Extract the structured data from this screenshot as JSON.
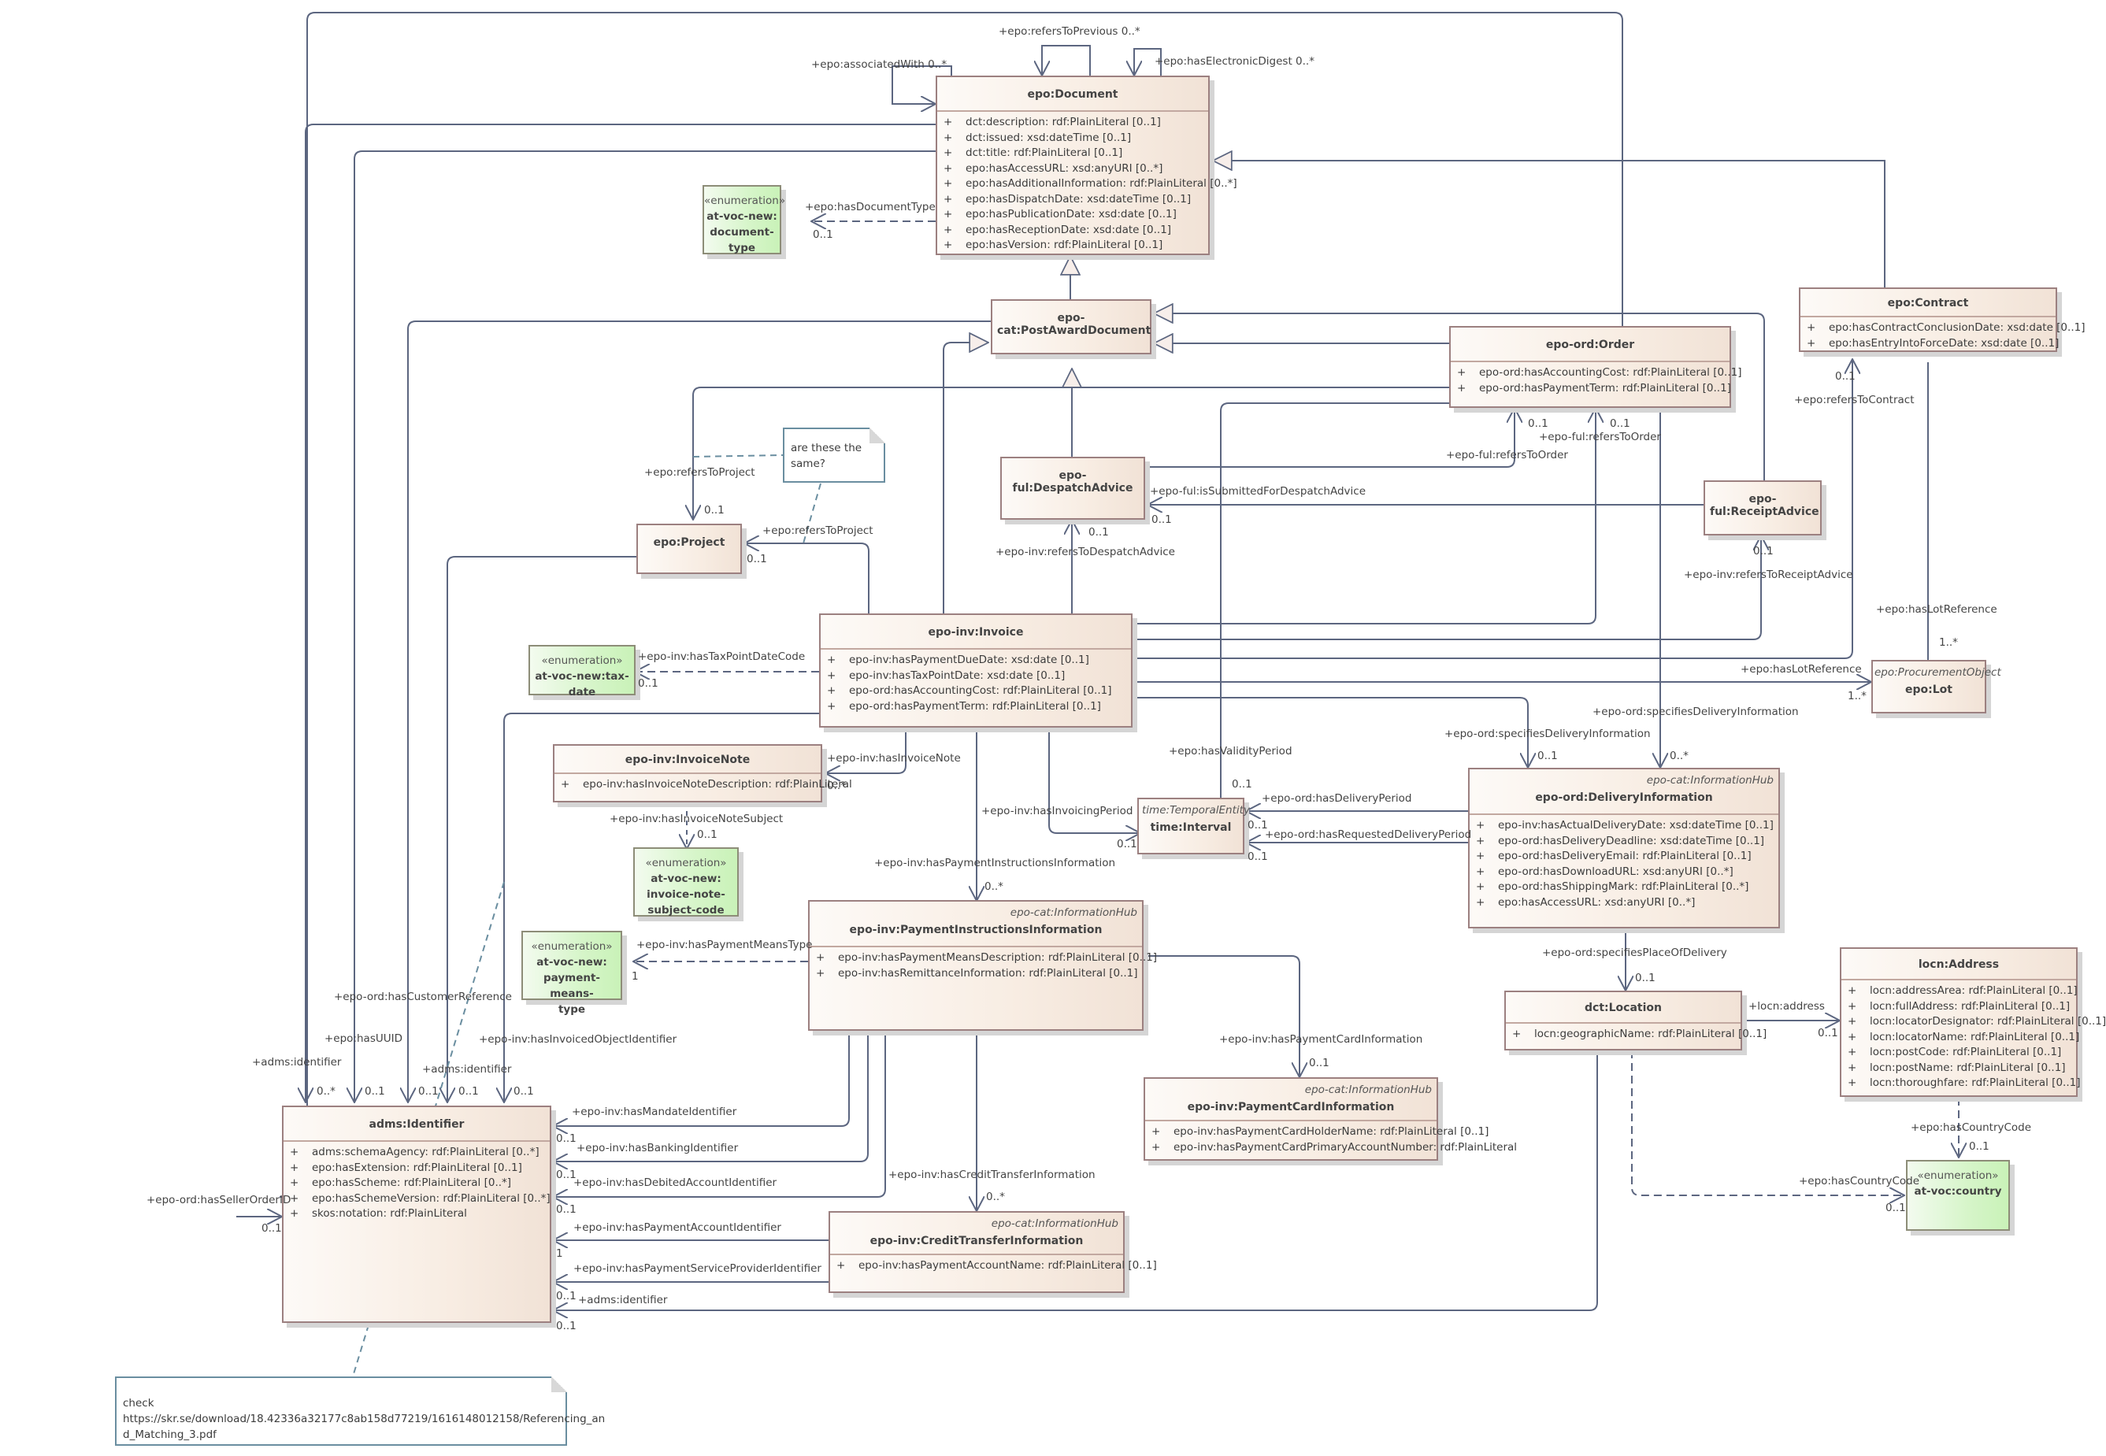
{
  "diagram": {
    "classes": {
      "document": {
        "name": "epo:Document",
        "attrs": [
          "dct:description: rdf:PlainLiteral [0..1]",
          "dct:issued: xsd:dateTime [0..1]",
          "dct:title: rdf:PlainLiteral [0..1]",
          "epo:hasAccessURL: xsd:anyURI [0..*]",
          "epo:hasAdditionalInformation: rdf:PlainLiteral [0..*]",
          "epo:hasDispatchDate: xsd:dateTime [0..1]",
          "epo:hasPublicationDate: xsd:date [0..1]",
          "epo:hasReceptionDate: xsd:date [0..1]",
          "epo:hasVersion: rdf:PlainLiteral [0..1]"
        ]
      },
      "postAward": {
        "name": "epo-cat:PostAwardDocument"
      },
      "order": {
        "name": "epo-ord:Order",
        "attrs": [
          "epo-ord:hasAccountingCost: rdf:PlainLiteral [0..1]",
          "epo-ord:hasPaymentTerm: rdf:PlainLiteral [0..1]"
        ]
      },
      "contract": {
        "name": "epo:Contract",
        "attrs": [
          "epo:hasContractConclusionDate: xsd:date [0..1]",
          "epo:hasEntryIntoForceDate: xsd:date [0..1]"
        ]
      },
      "despatch": {
        "name": "epo-ful:DespatchAdvice"
      },
      "receipt": {
        "name": "epo-ful:ReceiptAdvice"
      },
      "project": {
        "name": "epo:Project"
      },
      "invoice": {
        "name": "epo-inv:Invoice",
        "attrs": [
          "epo-inv:hasPaymentDueDate: xsd:date [0..1]",
          "epo-inv:hasTaxPointDate: xsd:date [0..1]",
          "epo-ord:hasAccountingCost: rdf:PlainLiteral [0..1]",
          "epo-ord:hasPaymentTerm: rdf:PlainLiteral [0..1]"
        ]
      },
      "lot": {
        "stereo": "epo:ProcurementObject",
        "name": "epo:Lot"
      },
      "invoiceNote": {
        "name": "epo-inv:InvoiceNote",
        "attrs": [
          "epo-inv:hasInvoiceNoteDescription: rdf:PlainLiteral"
        ]
      },
      "interval": {
        "stereo": "time:TemporalEntity",
        "name": "time:Interval"
      },
      "delivery": {
        "stereo": "epo-cat:InformationHub",
        "name": "epo-ord:DeliveryInformation",
        "attrs": [
          "epo-inv:hasActualDeliveryDate: xsd:dateTime [0..1]",
          "epo-ord:hasDeliveryDeadline: xsd:dateTime [0..1]",
          "epo-ord:hasDeliveryEmail: rdf:PlainLiteral [0..1]",
          "epo-ord:hasDownloadURL: xsd:anyURI [0..*]",
          "epo-ord:hasShippingMark: rdf:PlainLiteral [0..*]",
          "epo:hasAccessURL: xsd:anyURI [0..*]"
        ]
      },
      "payInstr": {
        "stereo": "epo-cat:InformationHub",
        "name": "epo-inv:PaymentInstructionsInformation",
        "attrs": [
          "epo-inv:hasPaymentMeansDescription: rdf:PlainLiteral [0..1]",
          "epo-inv:hasRemittanceInformation: rdf:PlainLiteral [0..1]"
        ]
      },
      "location": {
        "name": "dct:Location",
        "attrs": [
          "locn:geographicName: rdf:PlainLiteral [0..1]"
        ]
      },
      "address": {
        "name": "locn:Address",
        "attrs": [
          "locn:addressArea: rdf:PlainLiteral [0..1]",
          "locn:fullAddress: rdf:PlainLiteral [0..1]",
          "locn:locatorDesignator: rdf:PlainLiteral [0..1]",
          "locn:locatorName: rdf:PlainLiteral [0..1]",
          "locn:postCode: rdf:PlainLiteral [0..1]",
          "locn:postName: rdf:PlainLiteral [0..1]",
          "locn:thoroughfare: rdf:PlainLiteral [0..1]"
        ]
      },
      "payCard": {
        "stereo": "epo-cat:InformationHub",
        "name": "epo-inv:PaymentCardInformation",
        "attrs": [
          "epo-inv:hasPaymentCardHolderName: rdf:PlainLiteral [0..1]",
          "epo-inv:hasPaymentCardPrimaryAccountNumber: rdf:PlainLiteral"
        ]
      },
      "identifier": {
        "name": "adms:Identifier",
        "attrs": [
          "adms:schemaAgency: rdf:PlainLiteral [0..*]",
          "epo:hasExtension: rdf:PlainLiteral [0..1]",
          "epo:hasScheme: rdf:PlainLiteral [0..*]",
          "epo:hasSchemeVersion: rdf:PlainLiteral [0..*]",
          "skos:notation: rdf:PlainLiteral"
        ]
      },
      "creditTransfer": {
        "stereo": "epo-cat:InformationHub",
        "name": "epo-inv:CreditTransferInformation",
        "attrs": [
          "epo-inv:hasPaymentAccountName: rdf:PlainLiteral [0..1]"
        ]
      }
    },
    "enums": {
      "docType": {
        "stereo": "«enumeration»",
        "lines": [
          "at-voc-new:",
          "document-type"
        ]
      },
      "taxDate": {
        "stereo": "«enumeration»",
        "lines": [
          "at-voc-new:tax-date"
        ]
      },
      "noteSubject": {
        "stereo": "«enumeration»",
        "lines": [
          "at-voc-new:",
          "invoice-note-",
          "subject-code"
        ]
      },
      "payMeans": {
        "stereo": "«enumeration»",
        "lines": [
          "at-voc-new:",
          "payment-means-",
          "type"
        ]
      },
      "country": {
        "stereo": "«enumeration»",
        "lines": [
          "at-voc:country"
        ]
      }
    },
    "notes": {
      "same": {
        "lines": [
          "are these the",
          "same?"
        ]
      },
      "check": {
        "lines": [
          "check",
          "https://skr.se/download/18.42336a32177c8ab158d77219/1616148012158/Referencing_an",
          "d_Matching_3.pdf"
        ]
      }
    },
    "labels": {
      "associatedWith": "+epo:associatedWith 0..*",
      "refersToPrevious": "+epo:refersToPrevious 0..*",
      "hasElectronicDigest": "+epo:hasElectronicDigest 0..*",
      "hasDocumentType": "+epo:hasDocumentType",
      "refersToProject1": "+epo:refersToProject",
      "refersToProject2": "+epo:refersToProject",
      "refersToOrder1": "+epo-ful:refersToOrder",
      "refersToOrder2": "+epo-ful:refersToOrder",
      "isSubmittedForDespatchAdvice": "+epo-ful:isSubmittedForDespatchAdvice",
      "refersToDespatchAdvice": "+epo-inv:refersToDespatchAdvice",
      "refersToContract": "+epo:refersToContract",
      "refersToReceiptAdvice": "+epo-inv:refersToReceiptAdvice",
      "hasLotReference1": "+epo:hasLotReference",
      "hasLotReference2": "+epo:hasLotReference",
      "hasTaxPointDateCode": "+epo-inv:hasTaxPointDateCode",
      "hasInvoiceNote": "+epo-inv:hasInvoiceNote",
      "hasInvoiceNoteSubject": "+epo-inv:hasInvoiceNoteSubject",
      "hasValidityPeriod": "+epo:hasValidityPeriod",
      "hasInvoicingPeriod": "+epo-inv:hasInvoicingPeriod",
      "hasDeliveryPeriod": "+epo-ord:hasDeliveryPeriod",
      "hasRequestedDeliveryPeriod": "+epo-ord:hasRequestedDeliveryPeriod",
      "specifiesDeliveryInformation1": "+epo-ord:specifiesDeliveryInformation",
      "specifiesDeliveryInformation2": "+epo-ord:specifiesDeliveryInformation",
      "hasPaymentInstructionsInformation": "+epo-inv:hasPaymentInstructionsInformation",
      "hasPaymentMeansType": "+epo-inv:hasPaymentMeansType",
      "specifiesPlaceOfDelivery": "+epo-ord:specifiesPlaceOfDelivery",
      "locnAddress": "+locn:address",
      "hasCountryCode1": "+epo:hasCountryCode",
      "hasCountryCode2": "+epo:hasCountryCode",
      "hasPaymentCardInformation": "+epo-inv:hasPaymentCardInformation",
      "hasCustomerReference": "+epo-ord:hasCustomerReference",
      "hasUUID": "+epo:hasUUID",
      "admsIdentifier1": "+adms:identifier",
      "admsIdentifier2": "+adms:identifier",
      "admsIdentifier3": "+adms:identifier",
      "hasInvoicedObjectIdentifier": "+epo-inv:hasInvoicedObjectIdentifier",
      "hasSellerOrderID": "+epo-ord:hasSellerOrderID",
      "hasMandateIdentifier": "+epo-inv:hasMandateIdentifier",
      "hasBankingIdentifier": "+epo-inv:hasBankingIdentifier",
      "hasDebitedAccountIdentifier": "+epo-inv:hasDebitedAccountIdentifier",
      "hasCreditTransferInformation": "+epo-inv:hasCreditTransferInformation",
      "hasPaymentAccountIdentifier": "+epo-inv:hasPaymentAccountIdentifier",
      "hasPaymentServiceProviderIdentifier": "+epo-inv:hasPaymentServiceProviderIdentifier"
    },
    "mult": {
      "m01": "0..1",
      "m0n": "0..*",
      "m1n": "1..*",
      "m1": "1"
    }
  }
}
